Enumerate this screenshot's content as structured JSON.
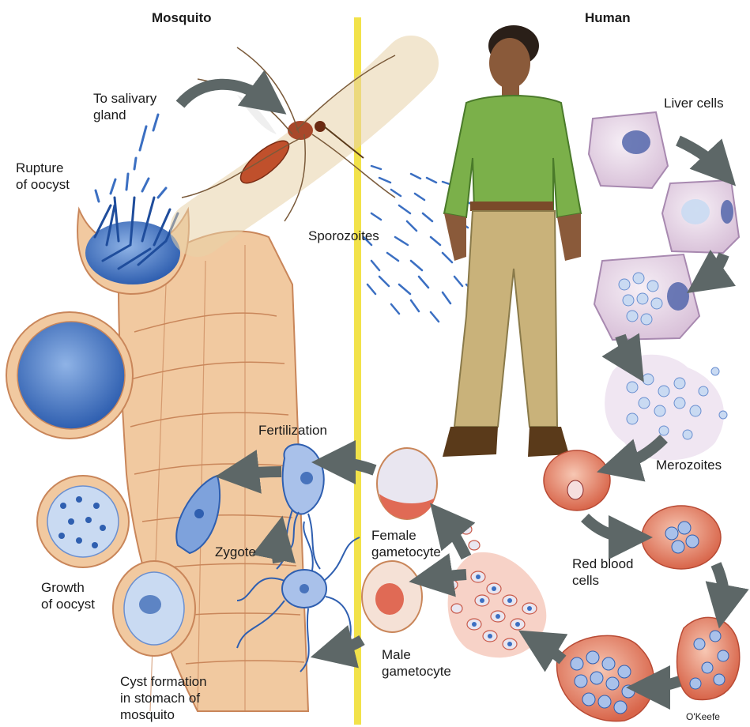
{
  "headers": {
    "left": "Mosquito",
    "right": "Human"
  },
  "labels": {
    "salivary": "To salivary\ngland",
    "rupture": "Rupture\nof oocyst",
    "sporozoites": "Sporozoites",
    "liver": "Liver cells",
    "merozoites": "Merozoites",
    "rbc": "Red blood\ncells",
    "fertilization": "Fertilization",
    "zygote": "Zygote",
    "female": "Female\ngametocyte",
    "male": "Male\ngametocyte",
    "growth": "Growth\nof oocyst",
    "cyst": "Cyst formation\nin stomach of\nmosquito"
  },
  "signature": "O'Keefe",
  "colors": {
    "divider": "#f2e24a",
    "arrow": "#5d6767",
    "tissue": "#f1c9a0",
    "tissue_stroke": "#c9865a",
    "parasite_blue": "#3b6fc2",
    "liver_cell": "#e9dcec",
    "rbc": "#e4866a",
    "shirt": "#7bb04a",
    "pants": "#c9b27a",
    "skin": "#8a5a3a"
  }
}
